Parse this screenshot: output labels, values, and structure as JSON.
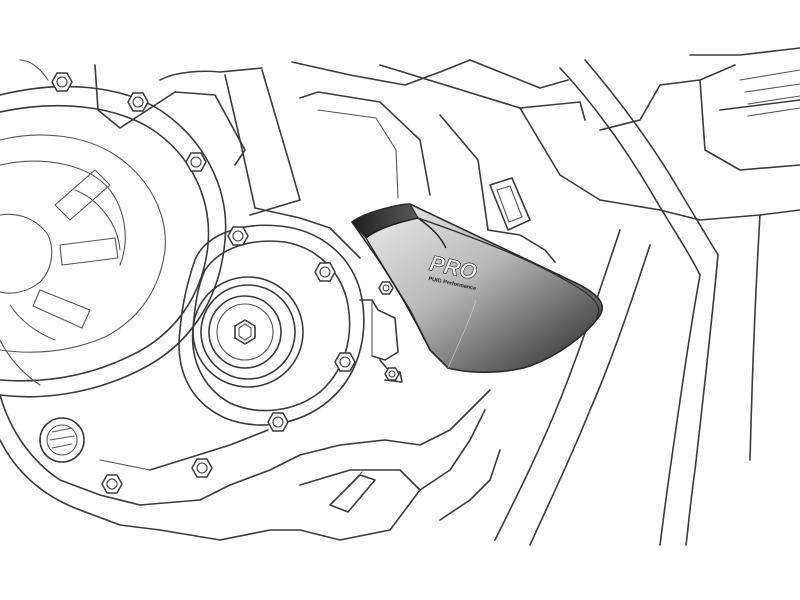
{
  "illustration": {
    "background_color": "#ffffff",
    "line_color": "#3a3a3a",
    "slider": {
      "logo_text": "PRO",
      "brand_line": "PUIG Performance",
      "color_light": "#e9e9e9",
      "color_dark": "#2f2f2f"
    },
    "bolt_count": 11
  }
}
